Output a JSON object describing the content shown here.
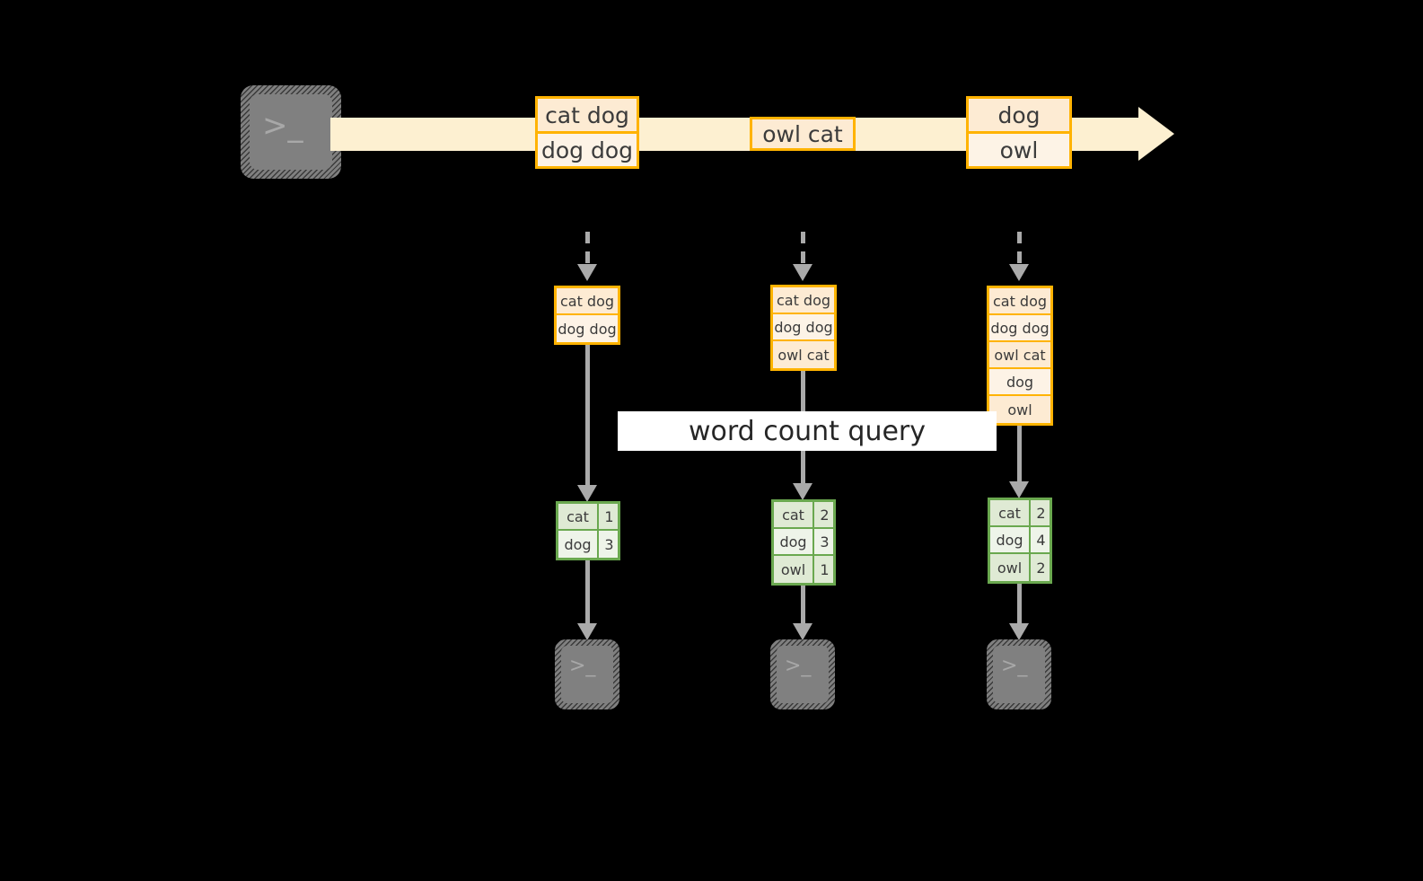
{
  "diagram": {
    "title": "word count query streaming diagram",
    "colors": {
      "background": "#000000",
      "stream_band": "#fdf0d1",
      "record_border": "#ffb300",
      "record_fill_dark": "#fdebd3",
      "record_fill_light": "#fdf3e6",
      "table_border": "#6aa84f",
      "table_fill_dark": "#dfead4",
      "table_fill_light": "#eef4e9",
      "connector": "#aaaaaa",
      "terminal_fill": "#808080",
      "caption_bg": "#ffffff",
      "text": "#3b3b3b"
    },
    "caption": {
      "label": "word count query"
    },
    "source_terminal": {
      "prompt": ">_"
    },
    "stream": {
      "batches": [
        {
          "lines": [
            "cat dog",
            "dog dog"
          ]
        },
        {
          "lines": [
            "owl cat"
          ]
        },
        {
          "lines": [
            "dog",
            "owl"
          ]
        }
      ]
    },
    "columns": [
      {
        "input_stack": {
          "lines": [
            "cat dog",
            "dog dog"
          ]
        },
        "result_table": {
          "rows": [
            {
              "word": "cat",
              "count": "1"
            },
            {
              "word": "dog",
              "count": "3"
            }
          ]
        },
        "sink_terminal": {
          "prompt": ">_"
        }
      },
      {
        "input_stack": {
          "lines": [
            "cat dog",
            "dog dog",
            "owl cat"
          ]
        },
        "result_table": {
          "rows": [
            {
              "word": "cat",
              "count": "2"
            },
            {
              "word": "dog",
              "count": "3"
            },
            {
              "word": "owl",
              "count": "1"
            }
          ]
        },
        "sink_terminal": {
          "prompt": ">_"
        }
      },
      {
        "input_stack": {
          "lines": [
            "cat dog",
            "dog dog",
            "owl cat",
            "dog",
            "owl"
          ]
        },
        "result_table": {
          "rows": [
            {
              "word": "cat",
              "count": "2"
            },
            {
              "word": "dog",
              "count": "4"
            },
            {
              "word": "owl",
              "count": "2"
            }
          ]
        },
        "sink_terminal": {
          "prompt": ">_"
        }
      }
    ]
  }
}
